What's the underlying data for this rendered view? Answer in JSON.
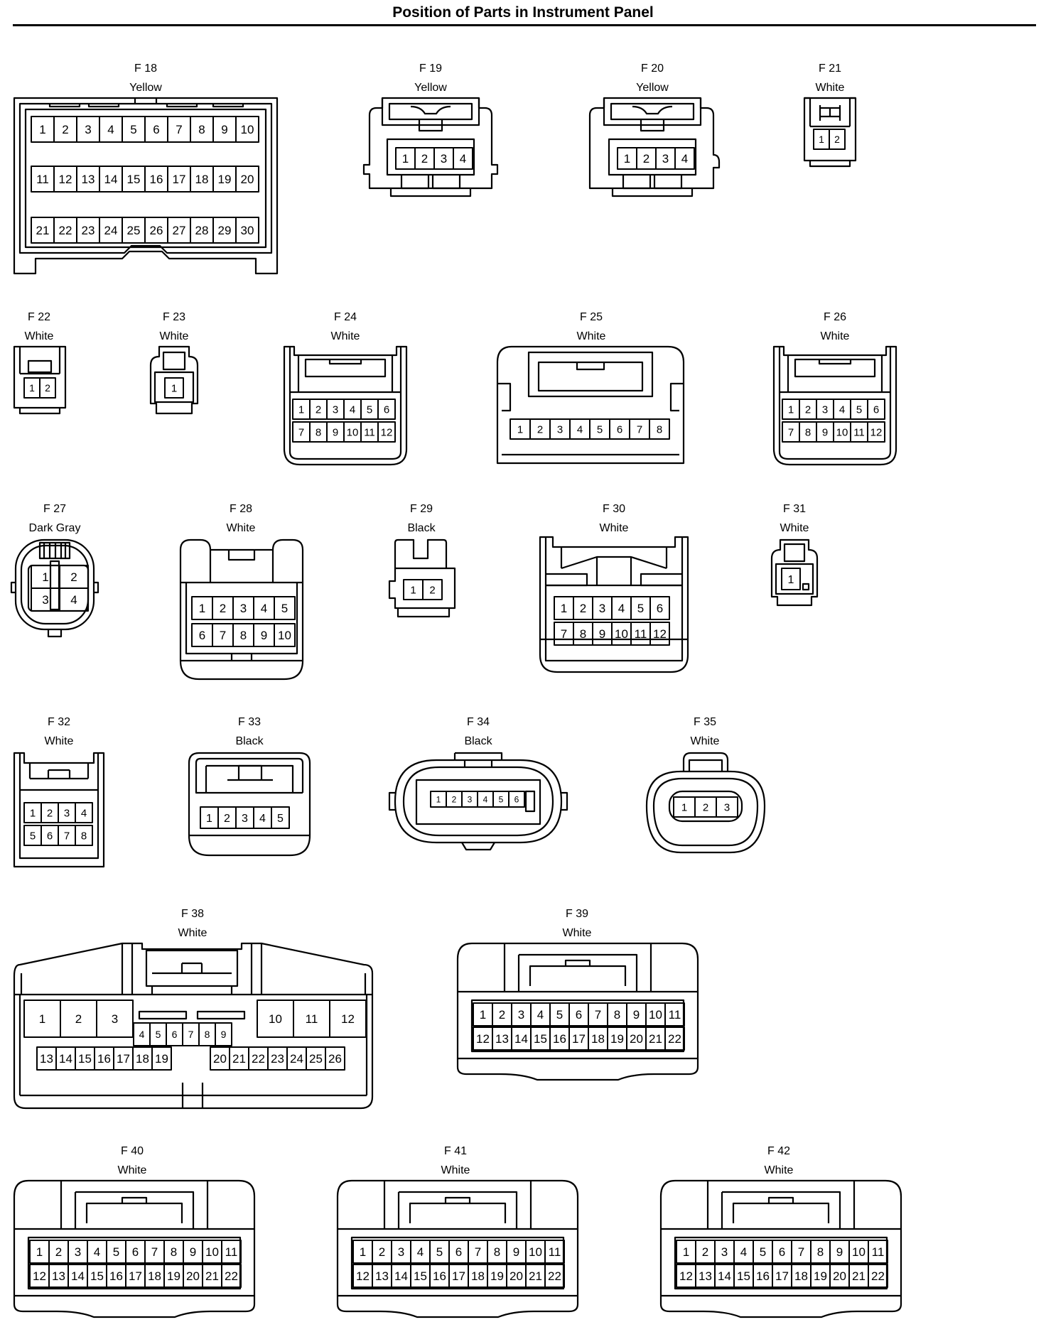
{
  "title": "Position of Parts in Instrument Panel",
  "connectors": [
    {
      "code": "F 18",
      "color": "Yellow",
      "pin_rows": [
        [
          1,
          2,
          3,
          4,
          5,
          6,
          7,
          8,
          9,
          10
        ],
        [
          11,
          12,
          13,
          14,
          15,
          16,
          17,
          18,
          19,
          20
        ],
        [
          21,
          22,
          23,
          24,
          25,
          26,
          27,
          28,
          29,
          30
        ]
      ]
    },
    {
      "code": "F 19",
      "color": "Yellow",
      "pin_rows": [
        [
          1,
          2,
          3,
          4
        ]
      ]
    },
    {
      "code": "F 20",
      "color": "Yellow",
      "pin_rows": [
        [
          1,
          2,
          3,
          4
        ]
      ]
    },
    {
      "code": "F 21",
      "color": "White",
      "pin_rows": [
        [
          1,
          2
        ]
      ]
    },
    {
      "code": "F 22",
      "color": "White",
      "pin_rows": [
        [
          1,
          2
        ]
      ]
    },
    {
      "code": "F 23",
      "color": "White",
      "pin_rows": [
        [
          1
        ]
      ]
    },
    {
      "code": "F 24",
      "color": "White",
      "pin_rows": [
        [
          1,
          2,
          3,
          4,
          5,
          6
        ],
        [
          7,
          8,
          9,
          10,
          11,
          12
        ]
      ]
    },
    {
      "code": "F 25",
      "color": "White",
      "pin_rows": [
        [
          1,
          2,
          3,
          4,
          5,
          6,
          7,
          8
        ]
      ]
    },
    {
      "code": "F 26",
      "color": "White",
      "pin_rows": [
        [
          1,
          2,
          3,
          4,
          5,
          6
        ],
        [
          7,
          8,
          9,
          10,
          11,
          12
        ]
      ]
    },
    {
      "code": "F 27",
      "color": "Dark Gray",
      "pin_rows": [
        [
          1,
          2
        ],
        [
          3,
          4
        ]
      ]
    },
    {
      "code": "F 28",
      "color": "White",
      "pin_rows": [
        [
          1,
          2,
          3,
          4,
          5
        ],
        [
          6,
          7,
          8,
          9,
          10
        ]
      ]
    },
    {
      "code": "F 29",
      "color": "Black",
      "pin_rows": [
        [
          1,
          2
        ]
      ]
    },
    {
      "code": "F 30",
      "color": "White",
      "pin_rows": [
        [
          1,
          2,
          3,
          4,
          5,
          6
        ],
        [
          7,
          8,
          9,
          10,
          11,
          12
        ]
      ]
    },
    {
      "code": "F 31",
      "color": "White",
      "pin_rows": [
        [
          1
        ]
      ]
    },
    {
      "code": "F 32",
      "color": "White",
      "pin_rows": [
        [
          1,
          2,
          3,
          4
        ],
        [
          5,
          6,
          7,
          8
        ]
      ]
    },
    {
      "code": "F 33",
      "color": "Black",
      "pin_rows": [
        [
          1,
          2,
          3,
          4,
          5
        ]
      ]
    },
    {
      "code": "F 34",
      "color": "Black",
      "pin_rows": [
        [
          1,
          2,
          3,
          4,
          5,
          6
        ]
      ]
    },
    {
      "code": "F 35",
      "color": "White",
      "pin_rows": [
        [
          1,
          2,
          3
        ]
      ]
    },
    {
      "code": "F 38",
      "color": "White",
      "pin_rows": [
        [
          1,
          2,
          3
        ],
        [
          4,
          5,
          6,
          7,
          8,
          9
        ],
        [
          10,
          11,
          12
        ],
        [
          13,
          14,
          15,
          16,
          17,
          18,
          19
        ],
        [
          20,
          21,
          22,
          23,
          24,
          25,
          26
        ]
      ]
    },
    {
      "code": "F 39",
      "color": "White",
      "pin_rows": [
        [
          1,
          2,
          3,
          4,
          5,
          6,
          7,
          8,
          9,
          10,
          11
        ],
        [
          12,
          13,
          14,
          15,
          16,
          17,
          18,
          19,
          20,
          21,
          22
        ]
      ]
    },
    {
      "code": "F 40",
      "color": "White",
      "pin_rows": [
        [
          1,
          2,
          3,
          4,
          5,
          6,
          7,
          8,
          9,
          10,
          11
        ],
        [
          12,
          13,
          14,
          15,
          16,
          17,
          18,
          19,
          20,
          21,
          22
        ]
      ]
    },
    {
      "code": "F 41",
      "color": "White",
      "pin_rows": [
        [
          1,
          2,
          3,
          4,
          5,
          6,
          7,
          8,
          9,
          10,
          11
        ],
        [
          12,
          13,
          14,
          15,
          16,
          17,
          18,
          19,
          20,
          21,
          22
        ]
      ]
    },
    {
      "code": "F 42",
      "color": "White",
      "pin_rows": [
        [
          1,
          2,
          3,
          4,
          5,
          6,
          7,
          8,
          9,
          10,
          11
        ],
        [
          12,
          13,
          14,
          15,
          16,
          17,
          18,
          19,
          20,
          21,
          22
        ]
      ]
    }
  ]
}
